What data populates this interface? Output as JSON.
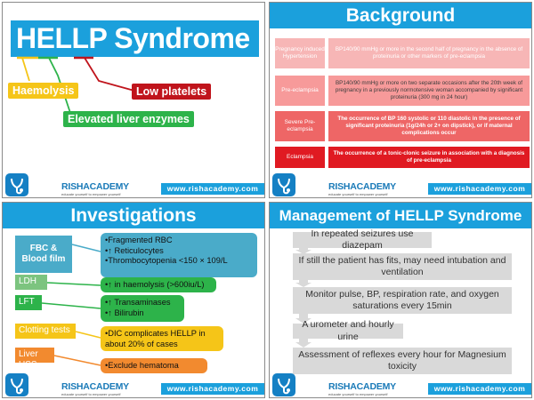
{
  "colors": {
    "accent": "#1ba0dc",
    "logo": "#1580c4",
    "red": "#c0141c",
    "green": "#2db34a",
    "yellow": "#f5c518",
    "orange": "#f28a2f",
    "grey": "#d9d9d9"
  },
  "footer": {
    "brand_rish": "RISH",
    "brand_academy": "ACADEMY",
    "tagline": "educate yourself to empower yourself",
    "website": "www.rishacademy.com",
    "logo_icon": "stethoscope-icon"
  },
  "slide1": {
    "title": "HELLP Syndrome",
    "tags": {
      "haemolysis": "Haemolysis",
      "low_platelets": "Low platelets",
      "liver": "Elevated liver enzymes"
    }
  },
  "slide2": {
    "title": "Background",
    "rows": [
      {
        "label": "Pregnancy induced Hypertension",
        "text": "BP140/90 mmHg or more in the second half of pregnancy in the absence of proteinuria or other markers of pre-eclampsia"
      },
      {
        "label": "Pre-eclampsia",
        "text": "BP140/90 mmHg or more on two separate occasions after the 20th week of pregnancy in a previously normotensive woman accompanied by significant proteinuria (300 mg in 24 hour)"
      },
      {
        "label": "Severe Pre-eclampsia",
        "text": "The occurrence of BP 160 systolic or 110 diastolic in the presence of significant proteinuria (1g/24h or 2+ on dipstick), or if maternal complications occur"
      },
      {
        "label": "Eclampsia",
        "text": "The occurrence of a tonic-clonic seizure in association with a diagnosis of pre-eclampsia"
      }
    ]
  },
  "slide3": {
    "title": "Investigations",
    "items": [
      {
        "label": "FBC & Blood film",
        "lines": [
          "•Fragmented RBC",
          "•↑ Reticulocytes",
          "•Thrombocytopenia <150 × 109/L"
        ]
      },
      {
        "label": "LDH",
        "lines": [
          "•↑ in haemolysis (>600iu/L)"
        ]
      },
      {
        "label": "LFT",
        "lines": [
          "•↑ Transaminases",
          "•↑ Bilirubin"
        ]
      },
      {
        "label": "Clotting tests",
        "lines": [
          "•DIC complicates HELLP in",
          "about 20% of cases"
        ]
      },
      {
        "label": "Liver USS",
        "lines": [
          "•Exclude hematoma"
        ]
      }
    ]
  },
  "slide4": {
    "title": "Management of HELLP Syndrome",
    "steps": [
      "In repeated seizures use diazepam",
      "If still the patient has fits, may need intubation and ventilation",
      "Monitor pulse, BP, respiration rate, and oxygen saturations every 15min",
      "A urometer and hourly urine",
      "Assessment of reflexes every hour for Magnesium toxicity"
    ]
  }
}
